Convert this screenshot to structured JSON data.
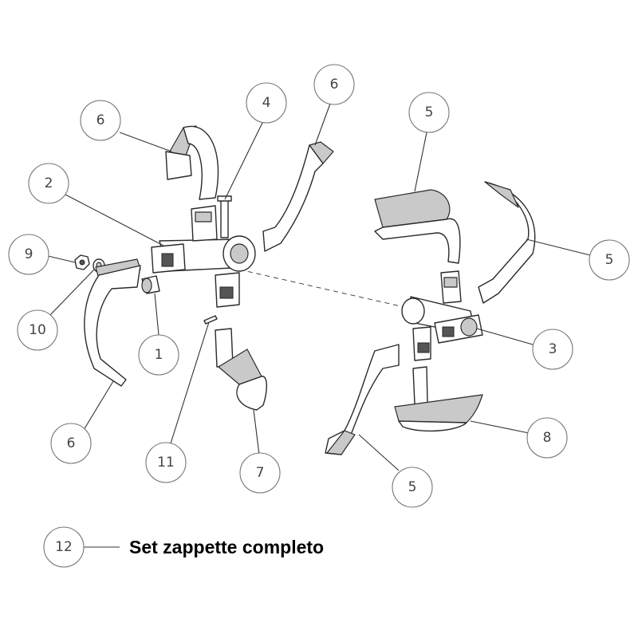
{
  "diagram": {
    "callouts": [
      "6",
      "4",
      "6",
      "5",
      "2",
      "9",
      "10",
      "1",
      "6",
      "11",
      "7",
      "5",
      "5",
      "3",
      "8",
      "12"
    ],
    "kit_label": "Set zappette completo"
  }
}
